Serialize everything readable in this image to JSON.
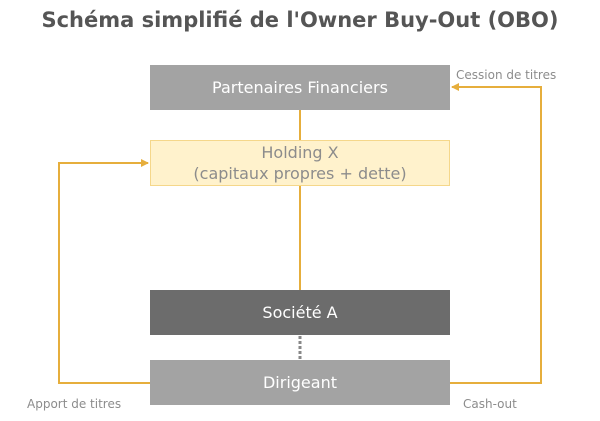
{
  "title": "Schéma simplifié de l'Owner Buy-Out (OBO)",
  "boxes": {
    "partners": {
      "label": "Partenaires Financiers"
    },
    "holding": {
      "line1": "Holding X",
      "line2": "(capitaux propres + dette)"
    },
    "societe": {
      "label": "Société A"
    },
    "dirigeant": {
      "label": "Dirigeant"
    }
  },
  "labels": {
    "cession": "Cession de titres",
    "apport": "Apport de titres",
    "cashout": "Cash-out"
  },
  "colors": {
    "arrow": "#e6ae3c",
    "partners_fill": "#a3a3a3",
    "holding_fill": "#fff2cc",
    "societe_fill": "#6c6c6c",
    "dirigeant_fill": "#a3a3a3",
    "title": "#555555",
    "label_text": "#8c8c8c"
  }
}
